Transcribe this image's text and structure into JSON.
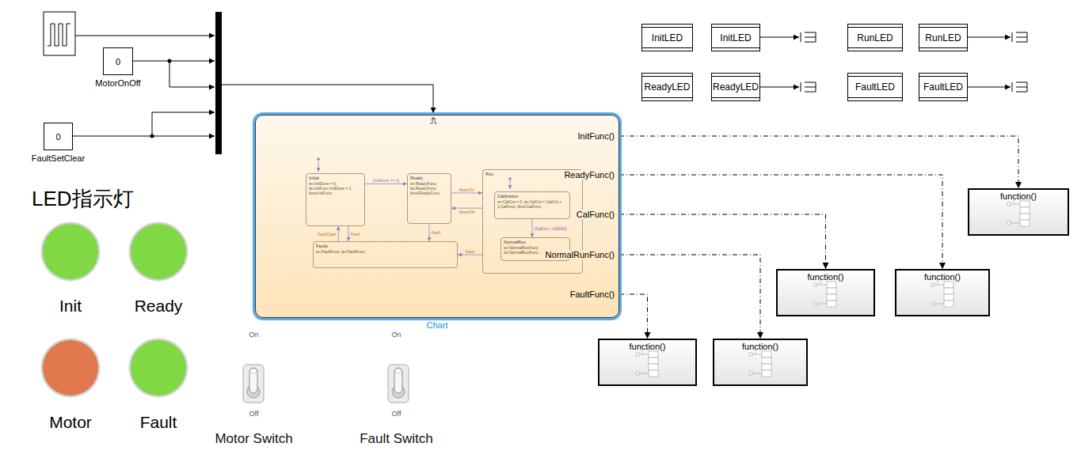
{
  "diagram": {
    "nodes": [
      {
        "text": [
          "0",
          "MotorOnOff"
        ]
      },
      {
        "text": [
          "InitLED"
        ]
      },
      {
        "text": [
          "InitLED"
        ]
      },
      {
        "text": [
          "RunLED"
        ]
      },
      {
        "text": [
          "RunLED"
        ]
      },
      {
        "text": [
          "ReadyLED"
        ]
      },
      {
        "text": [
          "ReadyLED"
        ]
      },
      {
        "text": [
          "FaultLED"
        ]
      },
      {
        "text": [
          "FaultLED"
        ]
      },
      {
        "text": [
          "0",
          "FaultSetClear"
        ]
      },
      {
        "text": [
          "Chart",
          "InitFunc()",
          "ReadyFunc()",
          "CalFunc()",
          "NormalRunFunc()",
          "FaultFunc()"
        ]
      },
      {
        "text": [
          "Initial",
          "en:InitDone = 0; du:InitFunc;InitDone = 1; bind:InitFunc;"
        ],
        "in": 10
      },
      {
        "text": [
          "Ready",
          "en:ReadyFunc; du:ReadyFunc; bind:ReadyFunc;"
        ],
        "in": 10
      },
      {
        "text": [
          "Run"
        ],
        "in": 10
      },
      {
        "text": [
          "Calibration",
          "en:CalCnt = 0; du:CalCnt = CalCnt + 1;CalFunc; bind:CalFunc;"
        ],
        "in": 13
      },
      {
        "text": [
          "NormalRun",
          "en:NormalRunFunc; du:NormalRunFunc;"
        ],
        "in": 13
      },
      {
        "text": [
          "Faults",
          "en:FaultFunc; du:FaultFunc;"
        ],
        "in": 10
      },
      {
        "text": [
          "function()"
        ]
      },
      {
        "text": [
          "function()"
        ]
      },
      {
        "text": [
          "function()"
        ]
      },
      {
        "text": [
          "function()"
        ]
      },
      {
        "text": [
          "function()"
        ]
      },
      {
        "text": [
          "Init"
        ]
      },
      {
        "text": [
          "Ready"
        ]
      },
      {
        "text": [
          "Motor"
        ]
      },
      {
        "text": [
          "Fault"
        ]
      },
      {
        "text": [
          "On",
          "Off",
          "Motor Switch"
        ]
      },
      {
        "text": [
          "On",
          "Off",
          "Fault Switch"
        ]
      }
    ],
    "edges": [
      {
        "from": 11,
        "to": 12,
        "arrow": "to",
        "label": "[InitDone == 1]"
      },
      {
        "from": 12,
        "to": 13,
        "arrow": "to",
        "label": "MotorOn"
      },
      {
        "from": 13,
        "to": 12,
        "arrow": "to",
        "label": "MotorOff"
      },
      {
        "from": 14,
        "to": 15,
        "arrow": "to",
        "label": "[CalCnt > 100000]"
      },
      {
        "from": 11,
        "to": 16,
        "arrow": "to",
        "label": "Fault"
      },
      {
        "from": 16,
        "to": 11,
        "arrow": "to",
        "label": "FaultClear"
      },
      {
        "from": 12,
        "to": 16,
        "arrow": "to",
        "label": "Fault"
      },
      {
        "from": 13,
        "to": 16,
        "arrow": "to",
        "label": "Fault"
      },
      {
        "from": 10,
        "to": 17,
        "arrow": "to"
      },
      {
        "from": 10,
        "to": 19,
        "arrow": "to"
      },
      {
        "from": 10,
        "to": 18,
        "arrow": "to"
      },
      {
        "from": 10,
        "to": 21,
        "arrow": "to"
      },
      {
        "from": 10,
        "to": 20,
        "arrow": "to"
      }
    ],
    "labels": [
      "LED指示灯"
    ]
  }
}
